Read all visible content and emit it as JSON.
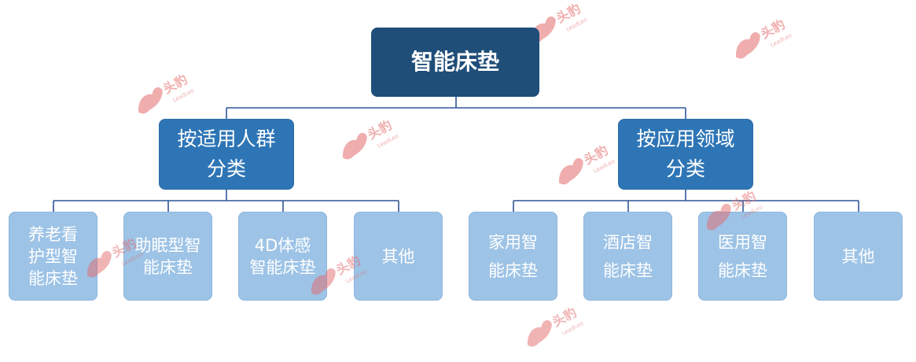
{
  "diagram": {
    "root": {
      "label": "智能床垫"
    },
    "groups": [
      {
        "label": "按适用人群\n分类",
        "children": [
          "养老看\n护型智\n能床垫",
          "助眠型智\n能床垫",
          "4D体感\n智能床垫",
          "其他"
        ]
      },
      {
        "label": "按应用领域\n分类",
        "children": [
          "家用智\n能床垫",
          "酒店智\n能床垫",
          "医用智\n能床垫",
          "其他"
        ]
      }
    ],
    "watermark": {
      "text": "头豹",
      "subtext": "LeadLeo"
    },
    "colors": {
      "root": "#1f4e79",
      "group": "#2e75b6",
      "leaf": "#9dc3e6",
      "connector": "#2f5597",
      "watermark": "#e36a6a"
    }
  }
}
